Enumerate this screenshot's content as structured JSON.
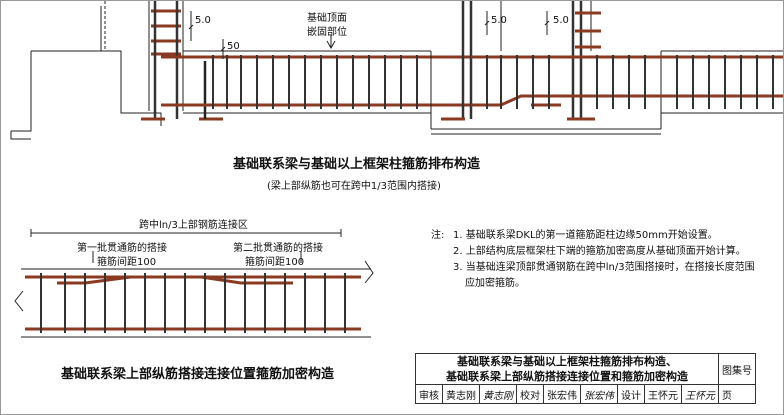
{
  "top": {
    "label_foundation_top": [
      "基础顶面",
      "嵌固部位"
    ],
    "dim_50": "50",
    "dim_5d": "5.0",
    "caption": "基础联系梁与基础以上框架柱箍筋排布构造",
    "subcaption": "(梁上部纵筋也可在跨中1/3范围内搭接)"
  },
  "bottom": {
    "zone_label": "跨中ln/3上部钢筋连接区",
    "splice1": [
      "第一批贯通筋的搭接",
      "箍筋间距100"
    ],
    "splice2": [
      "第二批贯通筋的搭接",
      "箍筋间距100"
    ],
    "caption": "基础联系梁上部纵筋搭接连接位置箍筋加密构造"
  },
  "notes": {
    "prefix": "注:",
    "items": [
      "1. 基础联系梁DKL的第一道箍筋距柱边缘50mm开始设置。",
      "2. 上部结构底层框架柱下端的箍筋加密高度从基础顶面开始计算。",
      "3. 当基础连梁顶部贯通钢筋在跨中ln/3范围搭接时，在搭接长度范围",
      "应加密箍筋。"
    ]
  },
  "title_block": {
    "title_line1": "基础联系梁与基础以上框架柱箍筋排布构造、",
    "title_line2": "基础联系梁上部纵筋搭接连接位置和箍筋加密构造",
    "atlas_label": "图集号",
    "page_label": "页",
    "review_label": "审核",
    "review_name": "黄志刚",
    "review_sign": "黄志刚",
    "check_label": "校对",
    "check_name": "张宏伟",
    "check_sign": "张宏伟",
    "design_label": "设计",
    "design_name": "王怀元",
    "design_sign": "王怀元"
  }
}
